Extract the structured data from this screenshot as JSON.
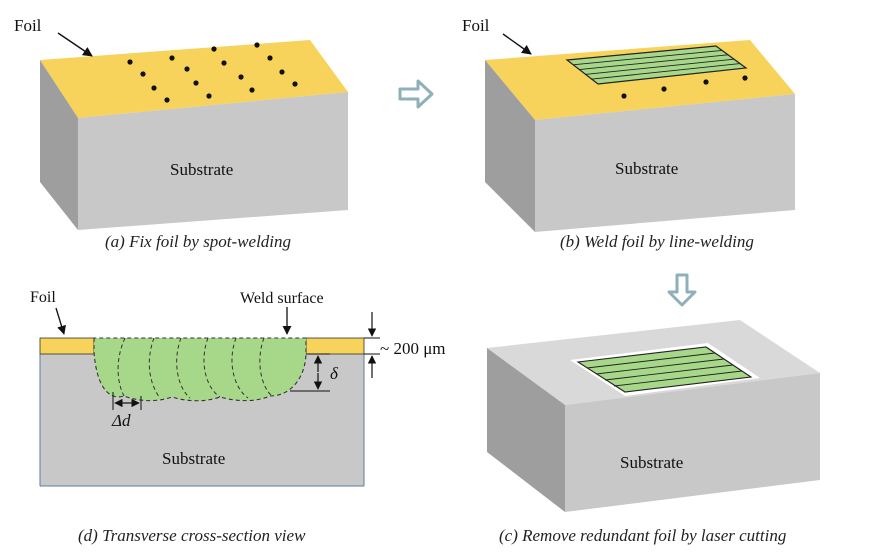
{
  "panels": {
    "a": {
      "foil_label": "Foil",
      "substrate_label": "Substrate",
      "caption": "(a) Fix foil by spot-welding"
    },
    "b": {
      "foil_label": "Foil",
      "substrate_label": "Substrate",
      "caption": "(b) Weld foil by line-welding"
    },
    "c": {
      "substrate_label": "Substrate",
      "caption": "(c) Remove redundant foil by laser cutting"
    },
    "d": {
      "foil_label": "Foil",
      "weld_surface_label": "Weld surface",
      "thickness_label": "~ 200 μm",
      "depth_symbol": "δ",
      "pitch_symbol": "Δd",
      "substrate_label": "Substrate",
      "caption": "(d) Transverse cross-section view"
    }
  },
  "colors": {
    "foil": "#f7d35b",
    "substrate_top": "#d9d9d9",
    "substrate_front": "#c8c8c8",
    "substrate_side": "#9e9e9e",
    "weld": "#a7d88a",
    "arrow": "#8fb0b8"
  }
}
